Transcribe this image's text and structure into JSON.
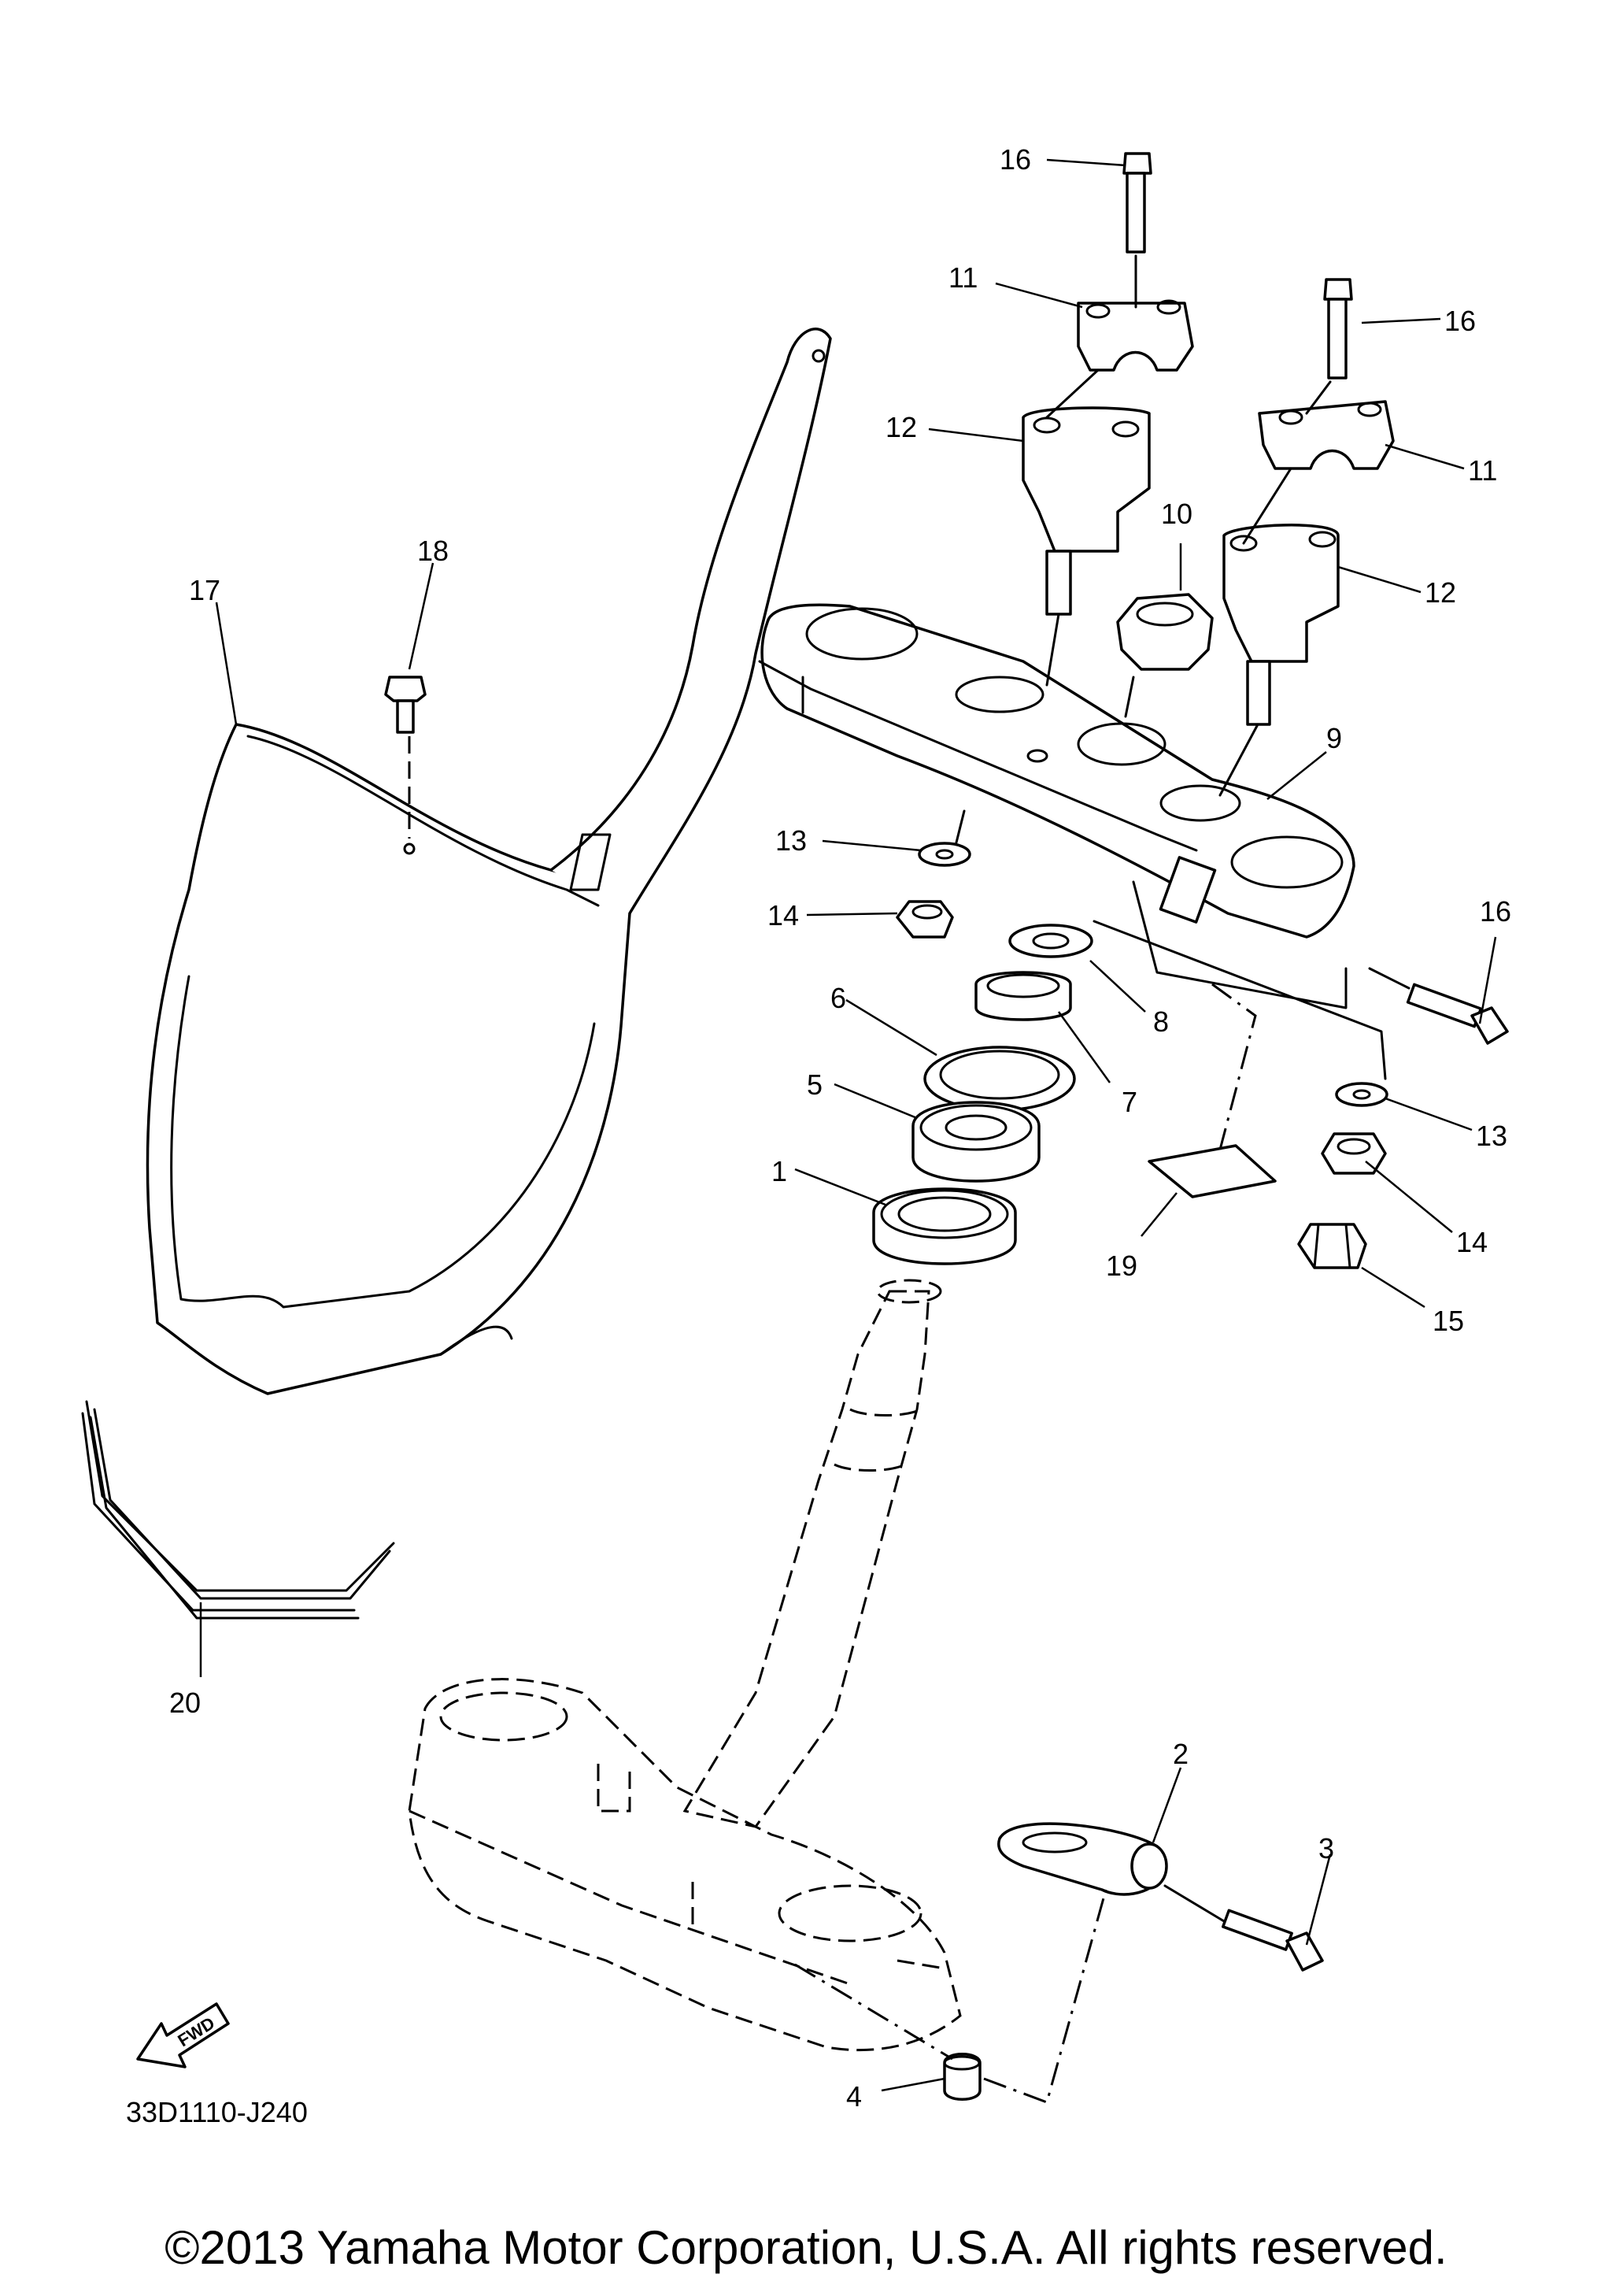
{
  "diagram": {
    "callouts": {
      "c1": "1",
      "c2": "2",
      "c3": "3",
      "c4": "4",
      "c5": "5",
      "c6": "6",
      "c7": "7",
      "c8": "8",
      "c9": "9",
      "c10": "10",
      "c11a": "11",
      "c11b": "11",
      "c12a": "12",
      "c12b": "12",
      "c13a": "13",
      "c13b": "13",
      "c14a": "14",
      "c14b": "14",
      "c15": "15",
      "c16a": "16",
      "c16b": "16",
      "c16c": "16",
      "c17": "17",
      "c18": "18",
      "c19": "19",
      "c20": "20"
    },
    "fwd_label": "FWD",
    "diagram_code": "33D1110-J240"
  },
  "footer": {
    "copyright": "©2013 Yamaha Motor Corporation, U.S.A. All rights reserved."
  }
}
